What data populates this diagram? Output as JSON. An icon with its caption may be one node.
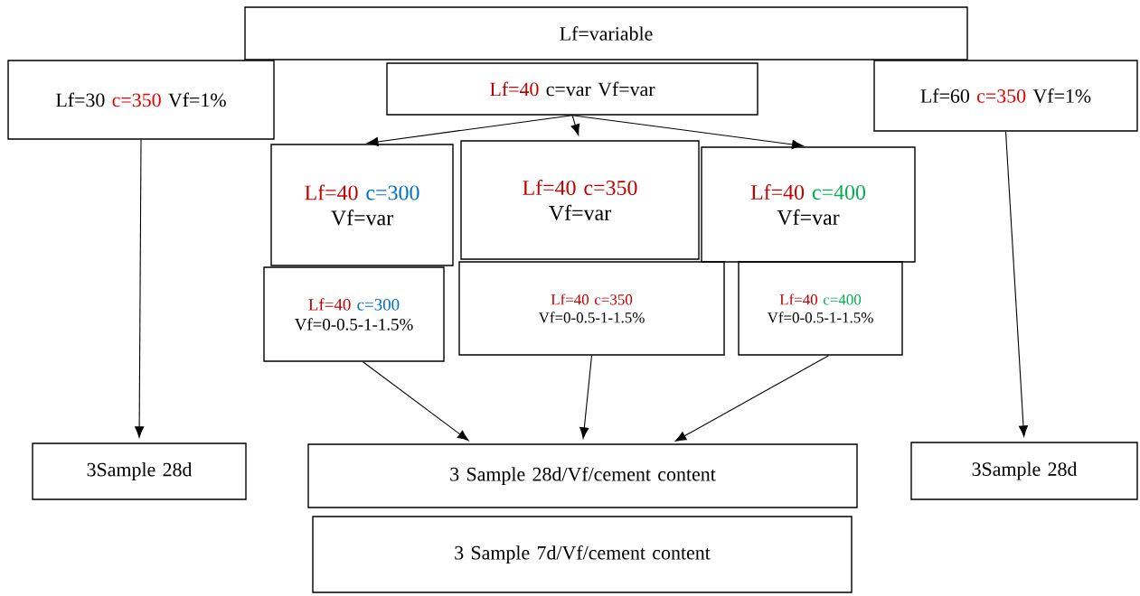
{
  "diagram": {
    "nodes": [
      {
        "text": [
          "Lf=variable"
        ]
      },
      {
        "text": [
          "Lf=30",
          "c=350",
          "Vf=1%"
        ]
      },
      {
        "text": [
          "Lf=40",
          "c=var Vf=var"
        ]
      },
      {
        "text": [
          "Lf=60",
          "c=350",
          "Vf=1%"
        ]
      },
      {
        "text": [
          "Lf=40",
          "c=300",
          "Vf=var"
        ]
      },
      {
        "text": [
          "Lf=40 c=350",
          "Vf=var"
        ]
      },
      {
        "text": [
          "Lf=40",
          "c=400",
          "Vf=var"
        ]
      },
      {
        "text": [
          "Lf=40",
          "c=300",
          "Vf=0-0.5-1-1.5%"
        ]
      },
      {
        "text": [
          "Lf=40 c=350",
          "Vf=0-0.5-1-1.5%"
        ]
      },
      {
        "text": [
          "Lf=40",
          "c=400",
          "Vf=0-0.5-1-1.5%"
        ]
      },
      {
        "text": [
          "3Sample 28d"
        ]
      },
      {
        "text": [
          "3 Sample 28d/Vf/cement content"
        ]
      },
      {
        "text": [
          "3Sample 28d"
        ]
      },
      {
        "text": [
          "3 Sample 7d/Vf/cement content"
        ]
      }
    ],
    "edges": [
      {
        "from": 2,
        "to": 4,
        "arrow": "to"
      },
      {
        "from": 2,
        "to": 5,
        "arrow": "to"
      },
      {
        "from": 2,
        "to": 6,
        "arrow": "to"
      },
      {
        "from": 1,
        "to": 10,
        "arrow": "to"
      },
      {
        "from": 7,
        "to": 11,
        "arrow": "to"
      },
      {
        "from": 8,
        "to": 11,
        "arrow": "to"
      },
      {
        "from": 9,
        "to": 11,
        "arrow": "to"
      },
      {
        "from": 3,
        "to": 12,
        "arrow": "to"
      }
    ]
  }
}
